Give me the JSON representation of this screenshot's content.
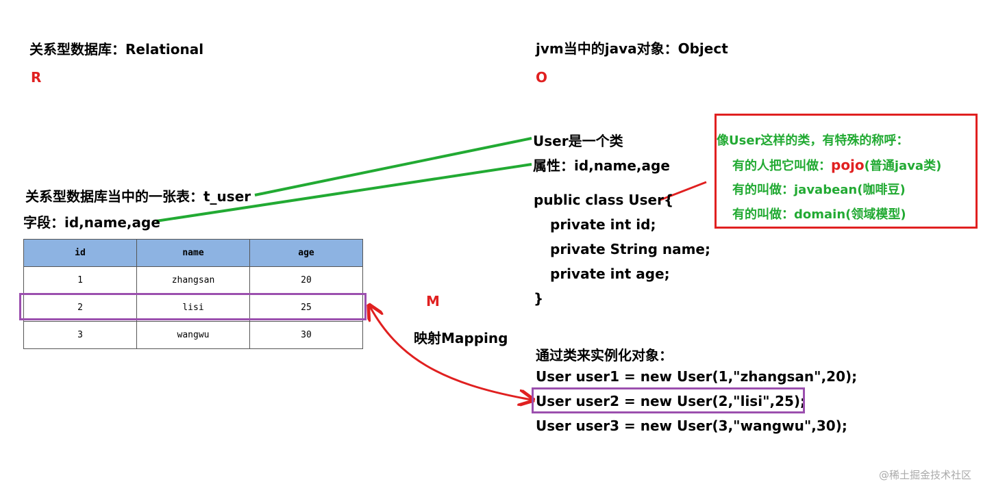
{
  "left": {
    "heading": "关系型数据库：Relational",
    "letter": "R",
    "table_label": "关系型数据库当中的一张表：t_user",
    "fields_label": "字段：id,name,age",
    "table": {
      "headers": [
        "id",
        "name",
        "age"
      ],
      "rows": [
        [
          "1",
          "zhangsan",
          "20"
        ],
        [
          "2",
          "lisi",
          "25"
        ],
        [
          "3",
          "wangwu",
          "30"
        ]
      ]
    }
  },
  "right": {
    "heading": "jvm当中的java对象：Object",
    "letter": "O",
    "class_label": "User是一个类",
    "attrs_label": "属性：id,name,age",
    "code": [
      "public class User{",
      "private int id;",
      "private String name;",
      "private int age;",
      "}"
    ],
    "instantiate_label": "通过类来实例化对象：",
    "instances": [
      "User user1 = new User(1,\"zhangsan\",20);",
      "User user2 = new User(2,\"lisi\",25);",
      "User user3 = new User(3,\"wangwu\",30);"
    ]
  },
  "mapping": {
    "letter": "M",
    "label": "映射Mapping"
  },
  "callout": {
    "title": "像User这样的类，有特殊的称呼：",
    "line1_prefix": "有的人把它叫做：",
    "line1_highlight": "pojo",
    "line1_suffix": "(普通java类)",
    "line2": "有的叫做：javabean(咖啡豆)",
    "line3": "有的叫做：domain(领域模型)"
  },
  "watermark": "@稀土掘金技术社区",
  "colors": {
    "green_line": "#22aa33",
    "red": "#e02020",
    "purple": "#9b4fae",
    "table_header": "#8db3e2"
  }
}
